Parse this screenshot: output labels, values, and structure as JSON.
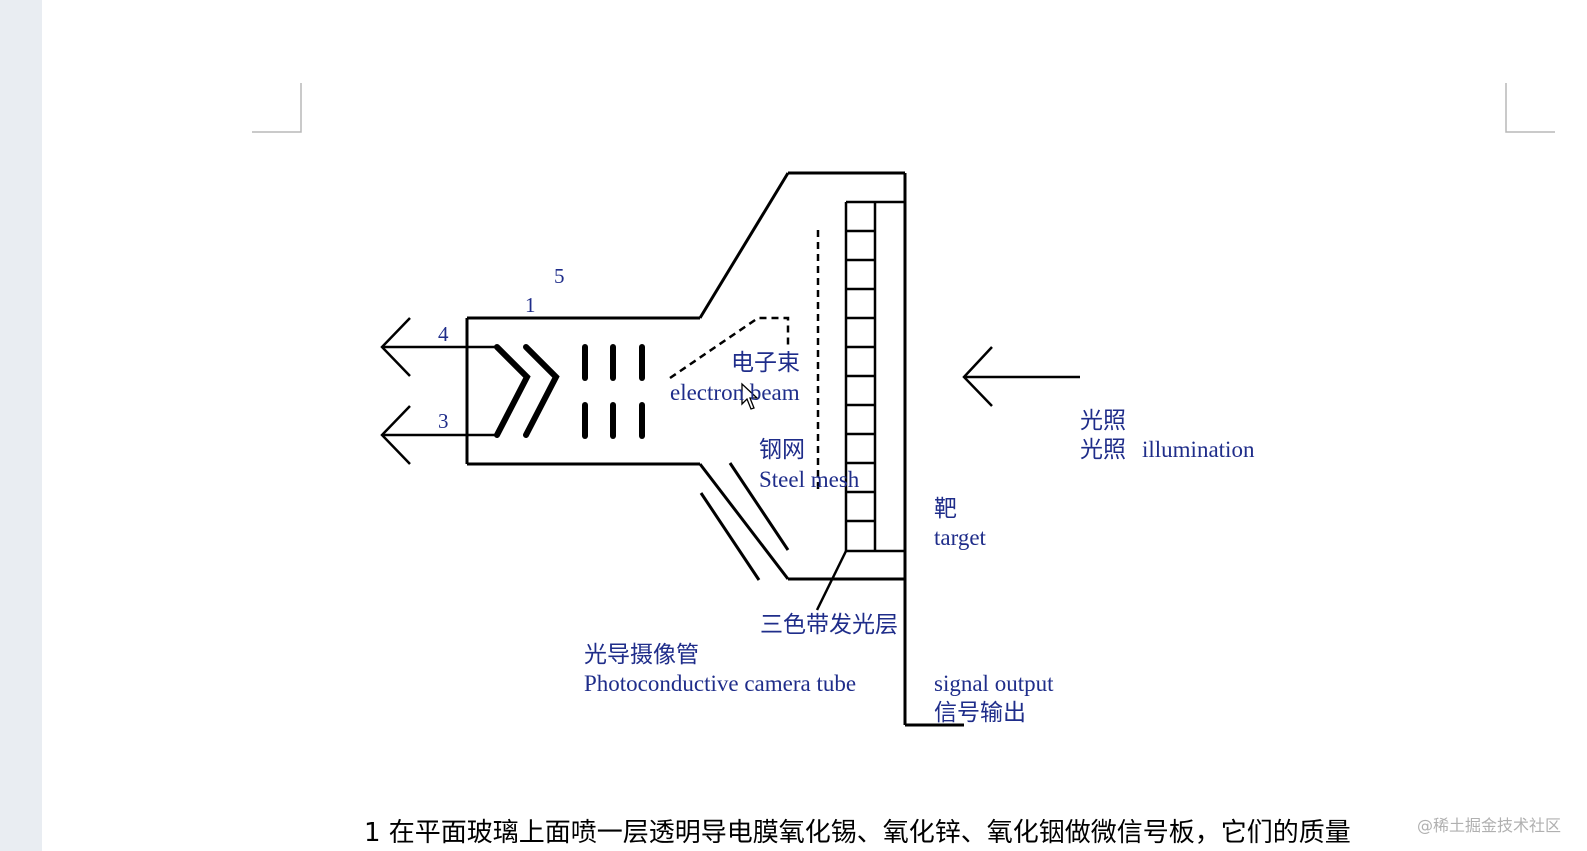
{
  "diagram": {
    "labels": {
      "num5": "5",
      "num1": "1",
      "num4": "4",
      "num3": "3",
      "electron_beam_cn": "电子束",
      "electron_beam_en": "electron beam",
      "steel_mesh_cn": "钢网",
      "steel_mesh_en": "Steel mesh",
      "illumination_cn": "光照",
      "illumination_cn2": "光照",
      "illumination_en": "illumination",
      "target_cn": "靶",
      "target_en": "target",
      "phosphor_layer_cn": "三色带发光层",
      "tube_cn": "光导摄像管",
      "tube_en": "Photoconductive camera tube",
      "signal_output_en": "signal output",
      "signal_output_cn": "信号输出"
    }
  },
  "document": {
    "body_text": "1 在平面玻璃上面喷一层透明导电膜氧化锡、氧化锌、氧化铟做微信号板，它们的质量"
  },
  "watermark": "@稀土掘金技术社区"
}
